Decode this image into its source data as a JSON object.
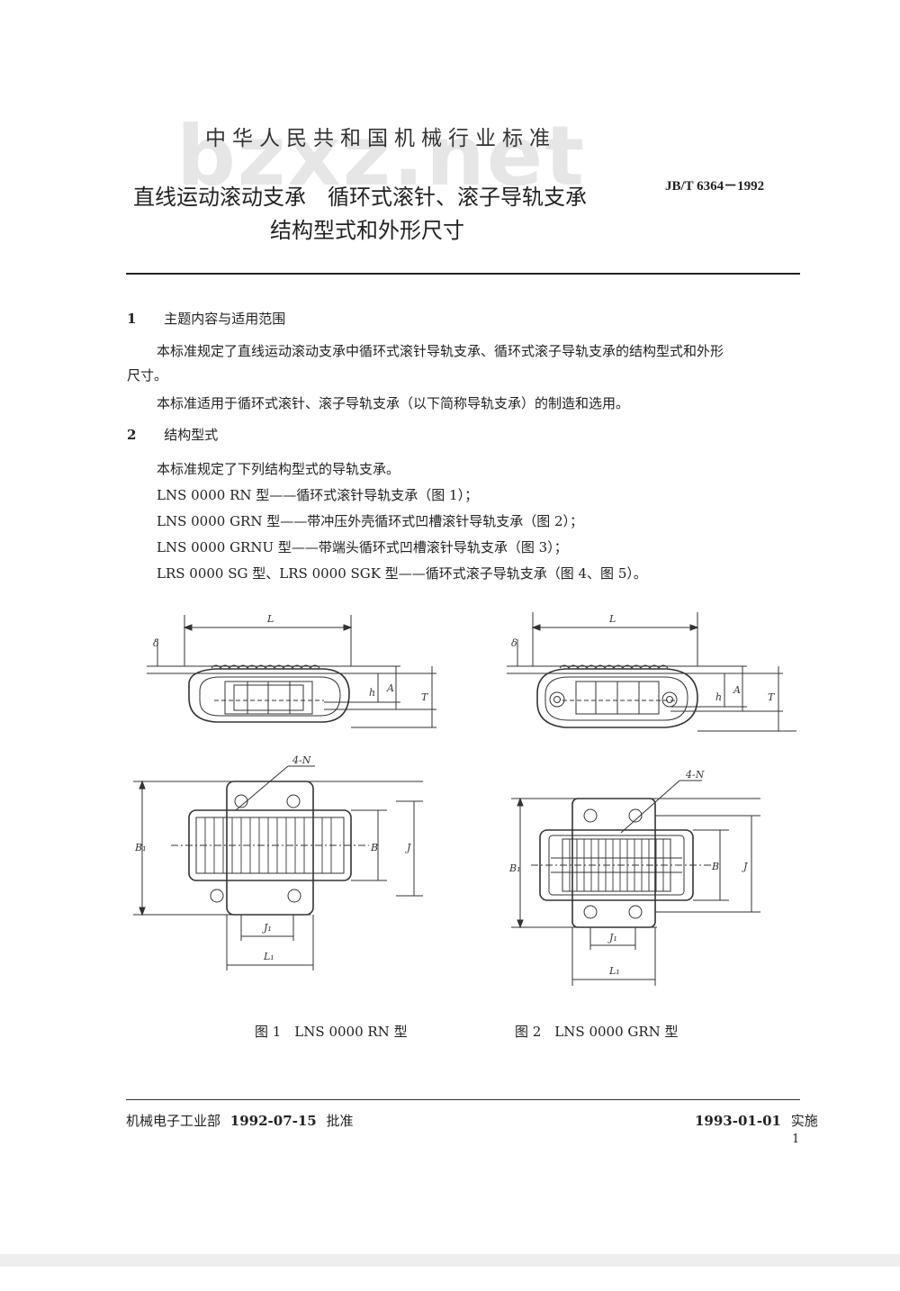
{
  "watermark": "bzxz.net",
  "header": {
    "org": "中华人民共和国机械行业标准",
    "title_line1": "直线运动滚动支承　循环式滚针、滚子导轨支承",
    "title_line2": "结构型式和外形尺寸",
    "standard_no": "JB/T 6364－1992"
  },
  "sections": [
    {
      "num": "1",
      "heading": "主题内容与适用范围",
      "paras": [
        "本标准规定了直线运动滚动支承中循环式滚针导轨支承、循环式滚子导轨支承的结构型式和外形",
        "尺寸。",
        "本标准适用于循环式滚针、滚子导轨支承（以下简称导轨支承）的制造和选用。"
      ]
    },
    {
      "num": "2",
      "heading": "结构型式",
      "paras": [
        "本标准规定了下列结构型式的导轨支承。",
        "LNS 0000 RN 型——循环式滚针导轨支承（图 1）；",
        "LNS 0000 GRN 型——带冲压外壳循环式凹槽滚针导轨支承（图 2）；",
        "LNS 0000 GRNU 型——带端头循环式凹槽滚针导轨支承（图 3）；",
        "LRS 0000 SG 型、LRS 0000 SGK 型——循环式滚子导轨支承（图 4、图 5）。"
      ]
    }
  ],
  "figure_labels": {
    "L": "L",
    "delta": "δ",
    "A": "A",
    "h": "h",
    "T": "T",
    "N": "4-N",
    "B1": "B₁",
    "B": "B",
    "J": "J",
    "J1": "J₁",
    "L1": "L₁"
  },
  "figures": [
    {
      "caption": "图 1　LNS 0000 RN 型"
    },
    {
      "caption": "图 2　LNS 0000 GRN 型"
    }
  ],
  "footer": {
    "left_org": "机械电子工业部",
    "approve_date": "1992-07-15",
    "approve_word": "批准",
    "impl_date": "1993-01-01",
    "impl_word": "实施",
    "page_no": "1"
  }
}
